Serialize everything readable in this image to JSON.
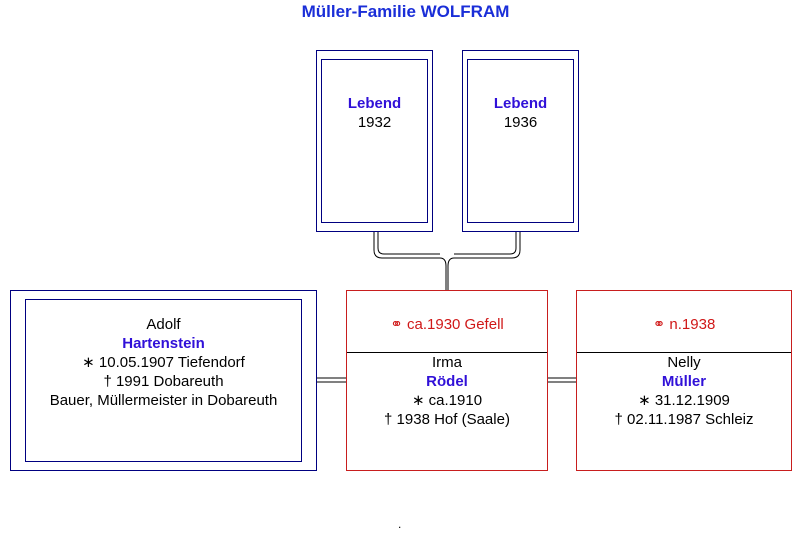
{
  "title": "Müller-Familie WOLFRAM",
  "children": [
    {
      "status": "Lebend",
      "year": "1932"
    },
    {
      "status": "Lebend",
      "year": "1936"
    }
  ],
  "adolf": {
    "given": "Adolf",
    "surname": "Hartenstein",
    "birth": "∗  10.05.1907 Tiefendorf",
    "death": "†  1991 Dobareuth",
    "occupation": "Bauer, Müllermeister in Dobareuth"
  },
  "irma": {
    "marriage": "⚭ ca.1930 Gefell",
    "given": "Irma",
    "surname": "Rödel",
    "birth": "∗ ca.1910",
    "death": "†  1938 Hof (Saale)"
  },
  "nelly": {
    "marriage": "⚭ n.1938",
    "given": "Nelly",
    "surname": "Müller",
    "birth": "∗  31.12.1909",
    "death": "†  02.11.1987 Schleiz"
  },
  "footer_mark": "."
}
